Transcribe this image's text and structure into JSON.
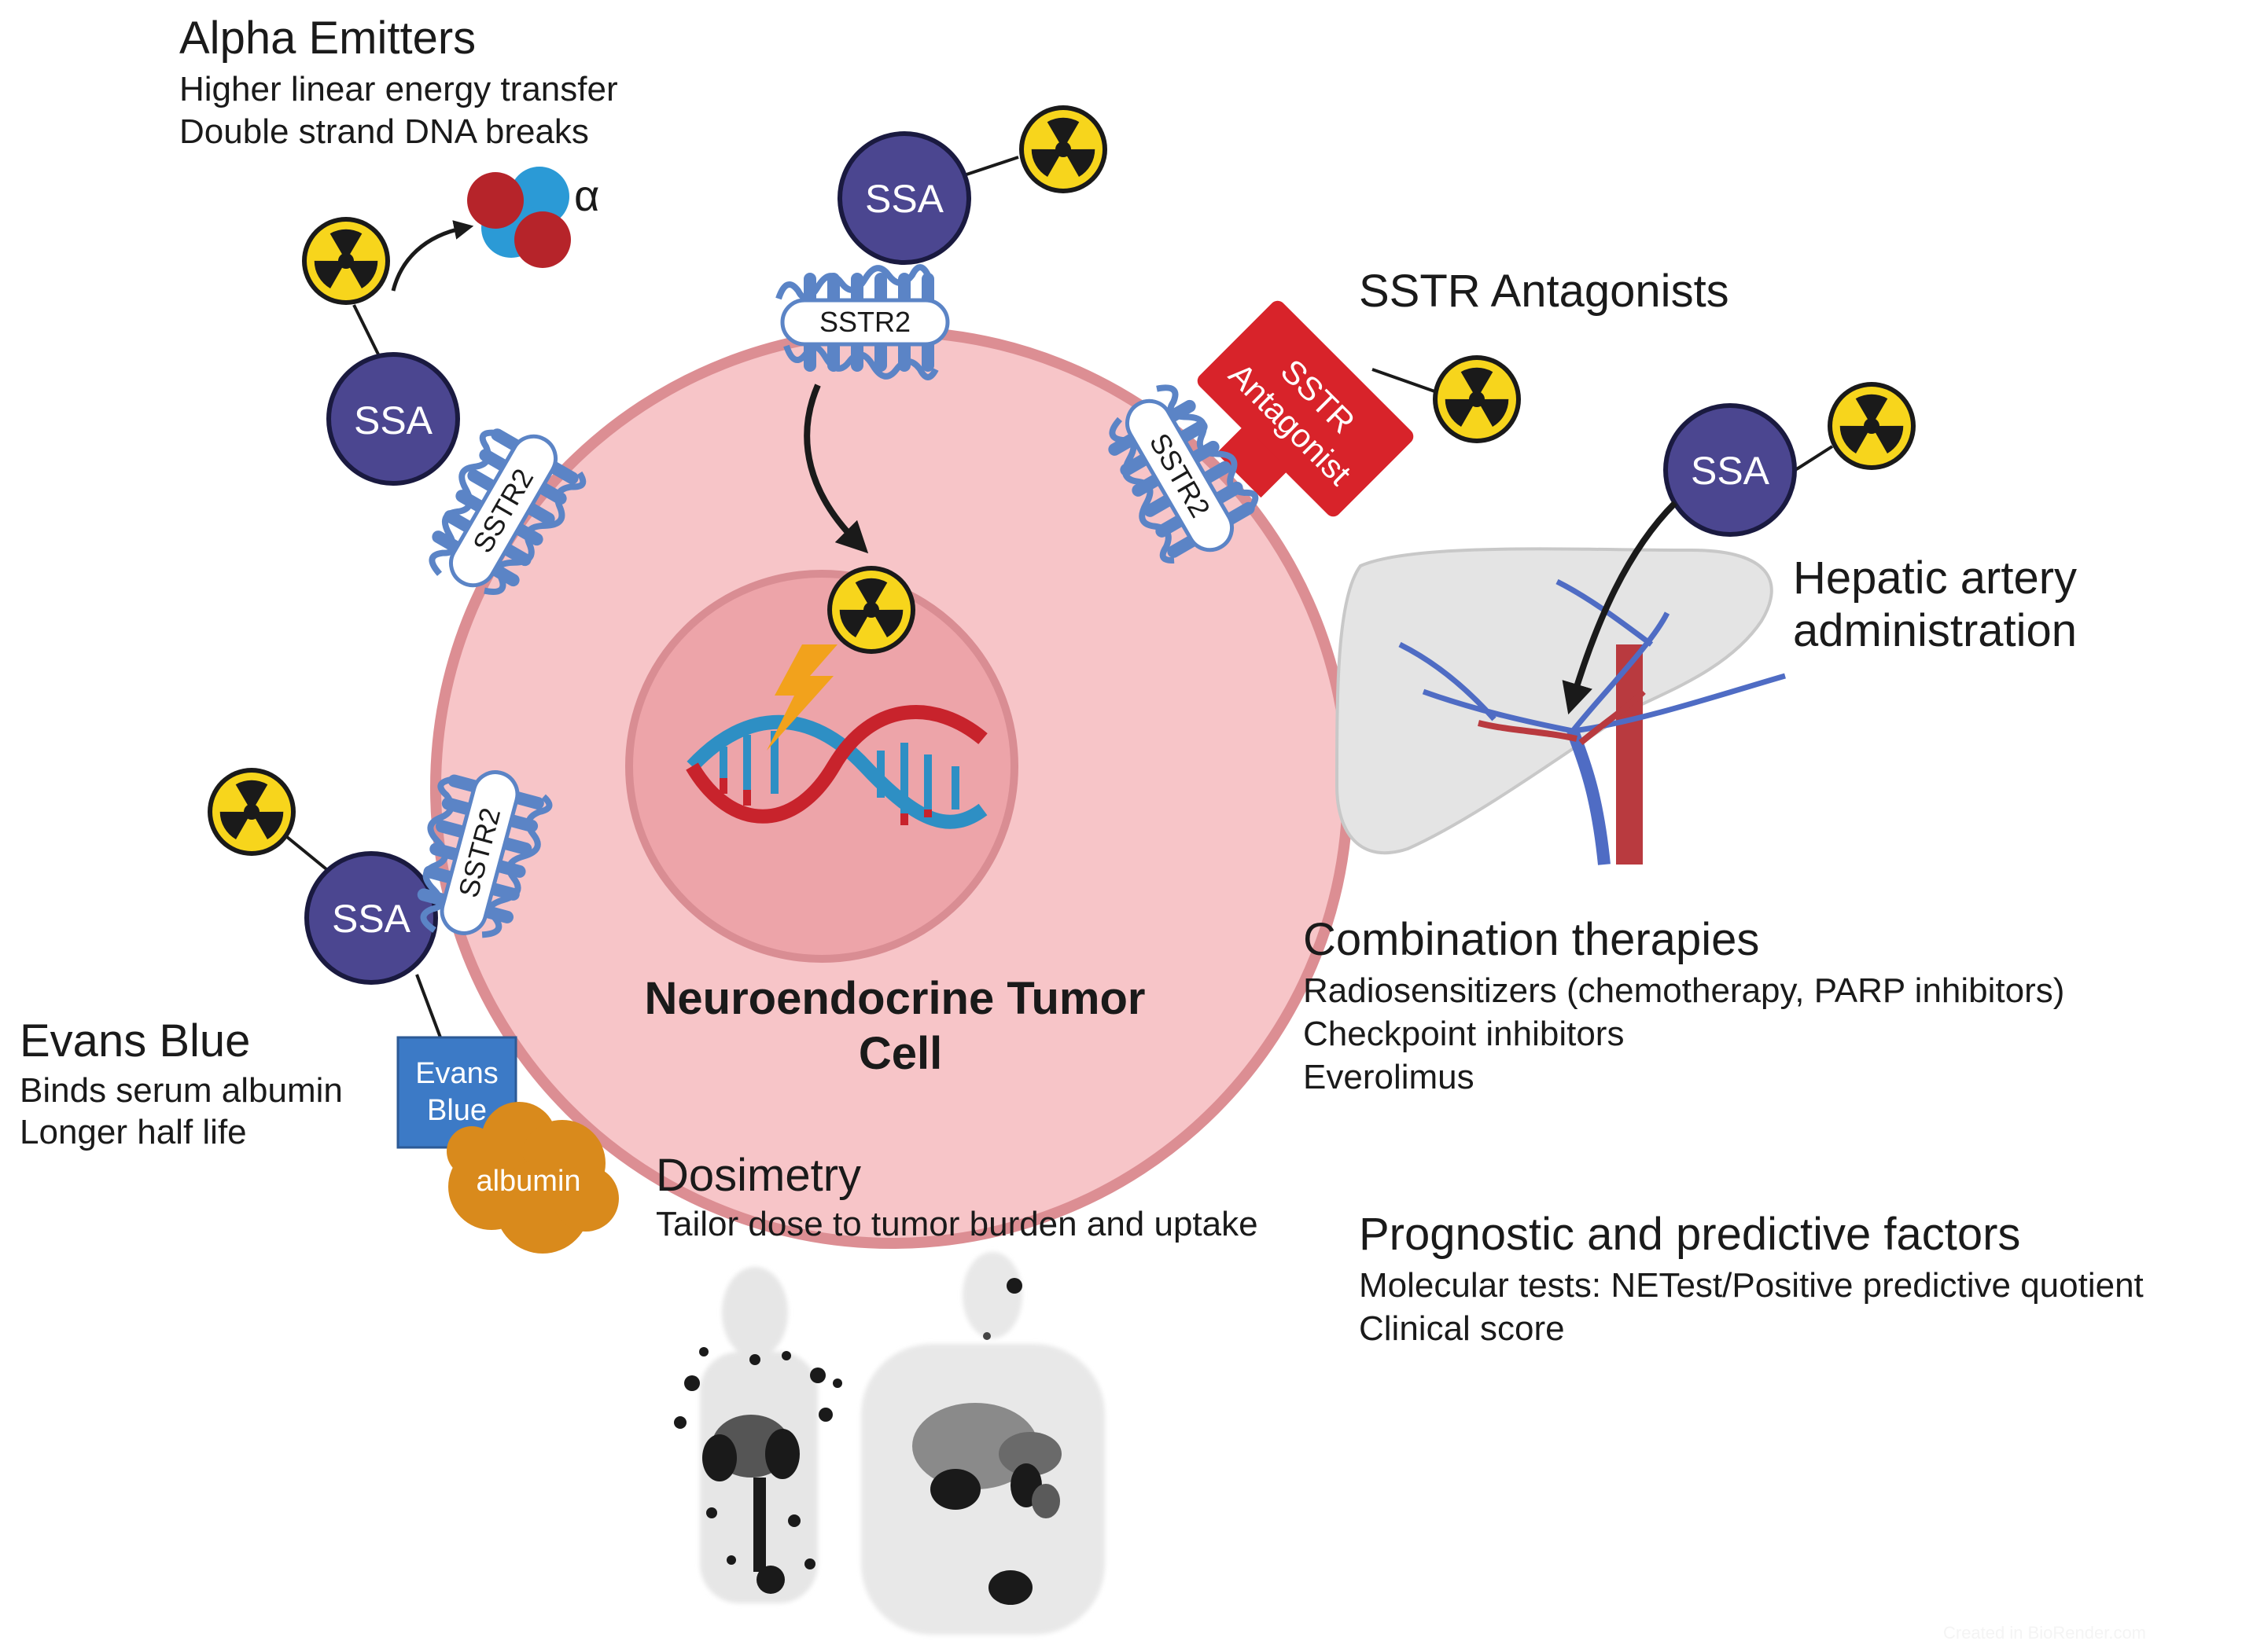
{
  "colors": {
    "cell_fill": "#f7c5c8",
    "cell_border": "#dc8e93",
    "nucleus_fill": "#eda4a9",
    "ssa_fill": "#4b4690",
    "receptor_blue": "#5b84c6",
    "antagonist_red": "#d8232a",
    "radiation_yellow": "#f7d51c",
    "evans_blue": "#3c7ac6",
    "albumin": "#d98a1c",
    "artery_red": "#b93a3f",
    "vein_blue": "#4f6cc4",
    "liver_gray": "#e4e4e4",
    "alpha_red": "#b6242a",
    "alpha_blue": "#2b9ad6"
  },
  "icons": [
    "radiation-icon",
    "alpha-particle-icon",
    "dna-icon",
    "lightning-icon",
    "liver-icon",
    "albumin-icon",
    "pet-scan-image"
  ],
  "cell": {
    "label_line1": "Neuroendocrine Tumor",
    "label_line2": "Cell"
  },
  "ssa_label": "SSA",
  "receptor_label": "SSTR2",
  "alpha": {
    "title": "Alpha Emitters",
    "line1": "Higher linear energy transfer",
    "line2": "Double strand DNA breaks",
    "symbol": "α"
  },
  "antagonists": {
    "title": "SSTR Antagonists",
    "box_line1": "SSTR",
    "box_line2": "Antagonist"
  },
  "hepatic": {
    "line1": "Hepatic artery",
    "line2": "administration"
  },
  "combination": {
    "title": "Combination therapies",
    "line1": "Radiosensitizers (chemotherapy, PARP inhibitors)",
    "line2": "Checkpoint inhibitors",
    "line3": "Everolimus"
  },
  "evans": {
    "title": "Evans Blue",
    "line1": "Binds serum albumin",
    "line2": "Longer half life",
    "box_line1": "Evans",
    "box_line2": "Blue",
    "albumin_label": "albumin"
  },
  "dosimetry": {
    "title": "Dosimetry",
    "line1": "Tailor dose to tumor burden and uptake"
  },
  "prognostic": {
    "title": "Prognostic and predictive factors",
    "line1": "Molecular tests: NETest/Positive predictive quotient",
    "line2": "Clinical score"
  },
  "watermark": "Created in BioRender.com"
}
